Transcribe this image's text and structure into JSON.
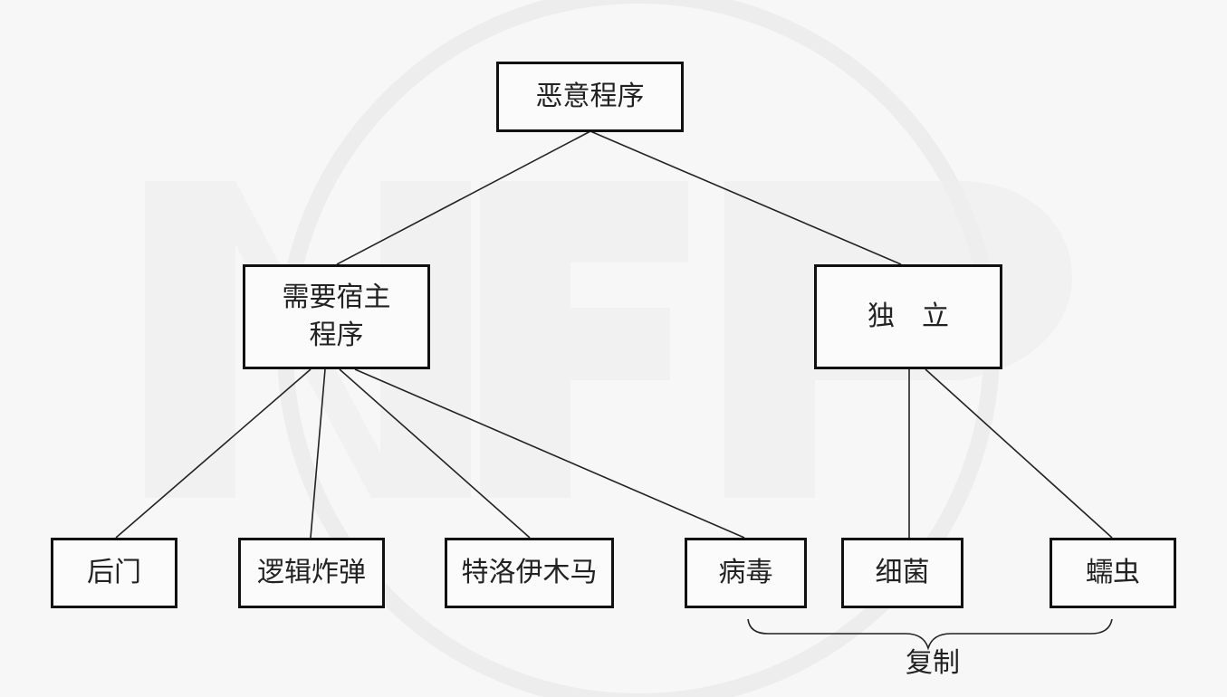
{
  "nodes": {
    "root": "恶意程序",
    "host_line1": "需要宿主",
    "host_line2": "程序",
    "independent": "独　立",
    "backdoor": "后门",
    "logic_bomb": "逻辑炸弹",
    "trojan": "特洛伊木马",
    "virus": "病毒",
    "bacteria": "细菌",
    "worm": "蠕虫"
  },
  "brace_label": "复制"
}
